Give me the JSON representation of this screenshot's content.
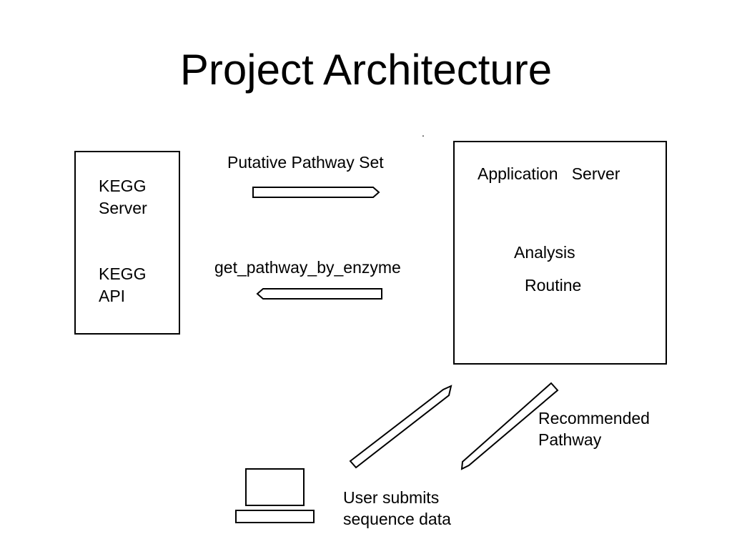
{
  "slide": {
    "title": "Project Architecture",
    "stray_dot": "."
  },
  "kegg_box": {
    "server_label": [
      "KEGG",
      "Server"
    ],
    "api_label": [
      "KEGG",
      "API"
    ]
  },
  "app_box": {
    "title_label": "Application   Server",
    "analysis_label": [
      "Analysis",
      "Routine"
    ]
  },
  "arrows": {
    "to_app_label": "Putative Pathway Set",
    "to_kegg_label": "get_pathway_by_enzyme",
    "user_label": [
      "User submits",
      "sequence data"
    ],
    "result_label": [
      "Recommended",
      "Pathway"
    ]
  },
  "colors": {
    "line": "#000000",
    "background": "#ffffff"
  }
}
